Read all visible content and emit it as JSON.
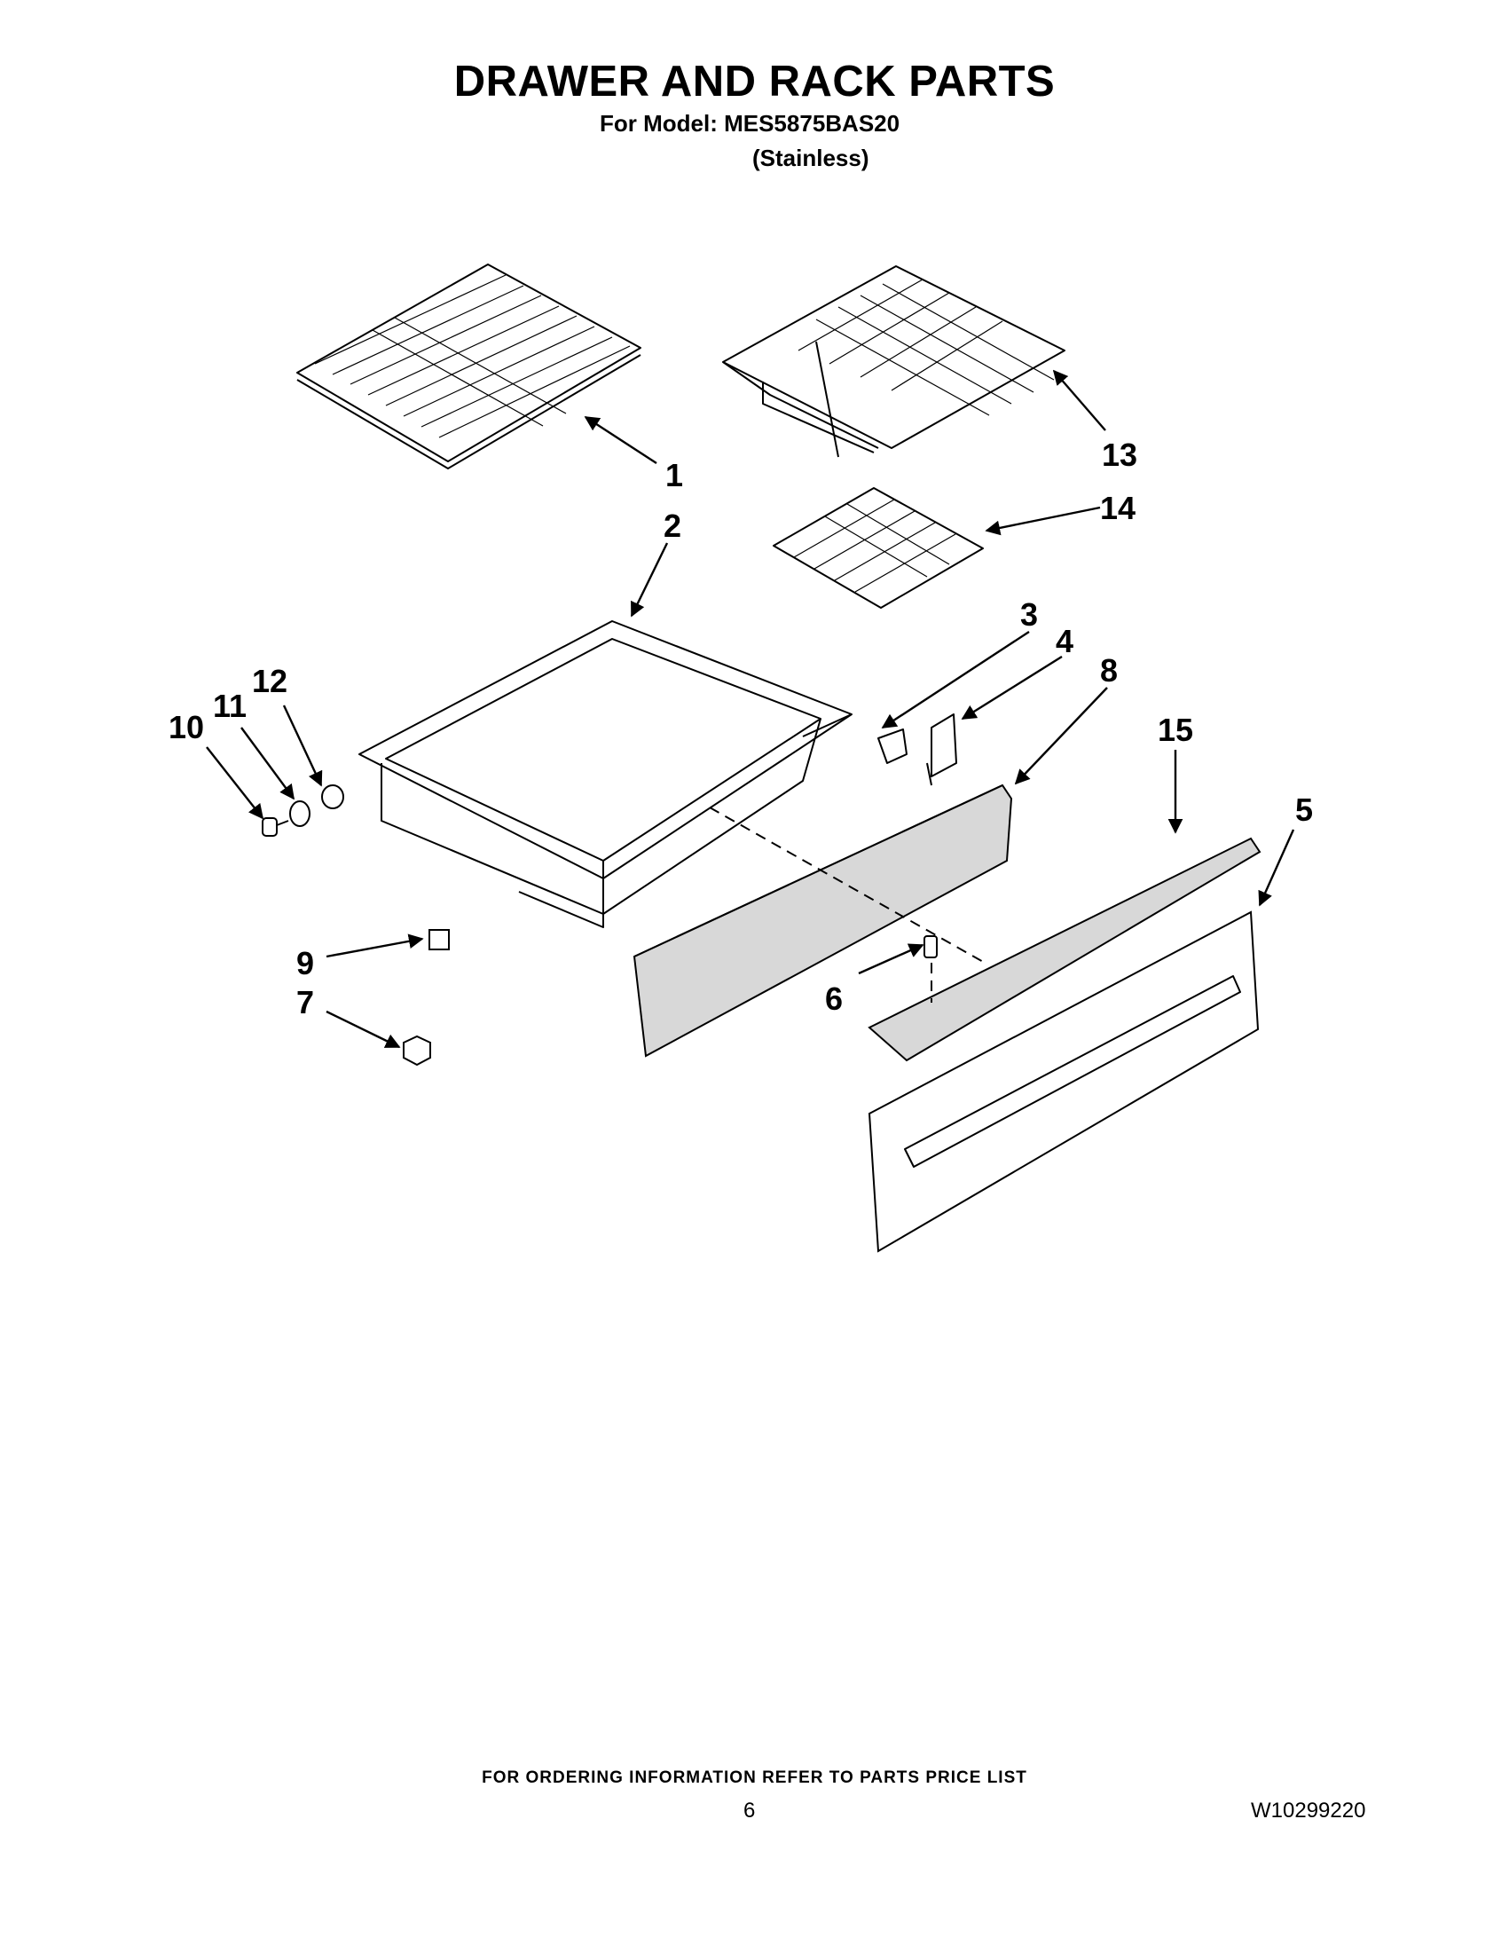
{
  "header": {
    "title": "DRAWER AND RACK PARTS",
    "model_line": "For Model: MES5875BAS20",
    "finish": "(Stainless)"
  },
  "callouts": [
    "1",
    "2",
    "3",
    "4",
    "5",
    "6",
    "7",
    "8",
    "9",
    "10",
    "11",
    "12",
    "13",
    "14",
    "15"
  ],
  "footer": {
    "ordering_note": "FOR ORDERING INFORMATION REFER TO PARTS PRICE LIST",
    "page_number": "6",
    "document_number": "W10299220"
  }
}
